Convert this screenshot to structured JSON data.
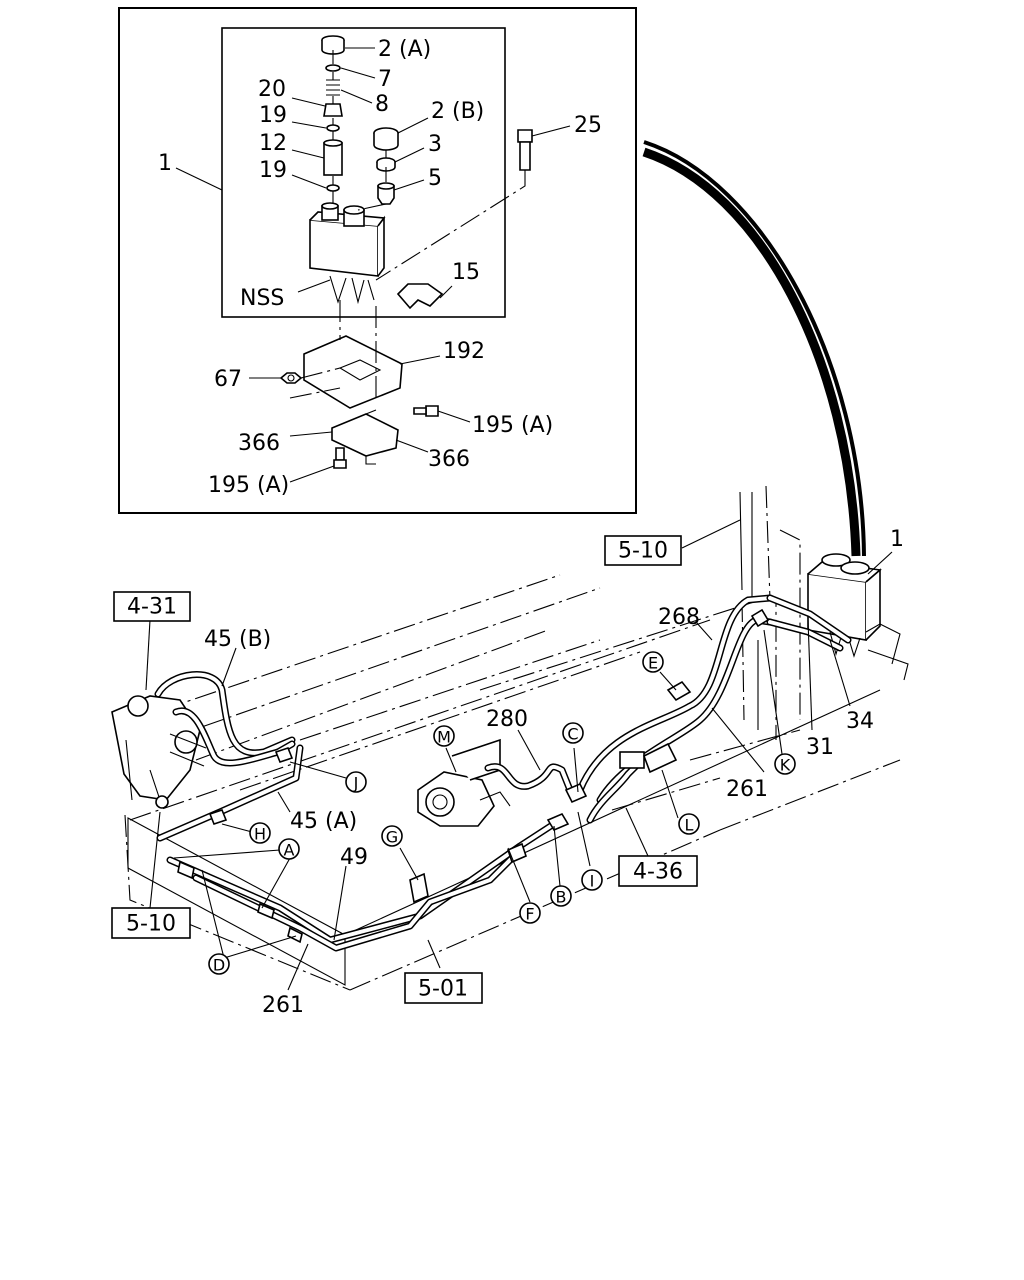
{
  "inset_callouts": {
    "c_2a": "2 (A)",
    "c_7": "7",
    "c_20": "20",
    "c_8": "8",
    "c_2b": "2 (B)",
    "c_19_top": "19",
    "c_12": "12",
    "c_3": "3",
    "c_19_bot": "19",
    "c_5": "5",
    "c_1": "1",
    "c_25": "25",
    "c_nss": "NSS",
    "c_15": "15",
    "c_192": "192",
    "c_67": "67",
    "c_195a_r": "195 (A)",
    "c_366_l": "366",
    "c_366_r": "366",
    "c_195a_b": "195 (A)"
  },
  "main_callouts": {
    "c_1": "1",
    "c_268": "268",
    "c_280": "280",
    "c_45b": "45 (B)",
    "c_45a": "45 (A)",
    "c_49": "49",
    "c_261_r": "261",
    "c_261_b": "261",
    "c_31": "31",
    "c_34": "34"
  },
  "reference_boxes": {
    "r_510_top": "5-10",
    "r_431": "4-31",
    "r_510_left": "5-10",
    "r_436": "4-36",
    "r_501": "5-01"
  },
  "clip_letters": {
    "A": "A",
    "B": "B",
    "C": "C",
    "D": "D",
    "E": "E",
    "F": "F",
    "G": "G",
    "H": "H",
    "I": "I",
    "J": "J",
    "K": "K",
    "L": "L",
    "M": "M"
  }
}
